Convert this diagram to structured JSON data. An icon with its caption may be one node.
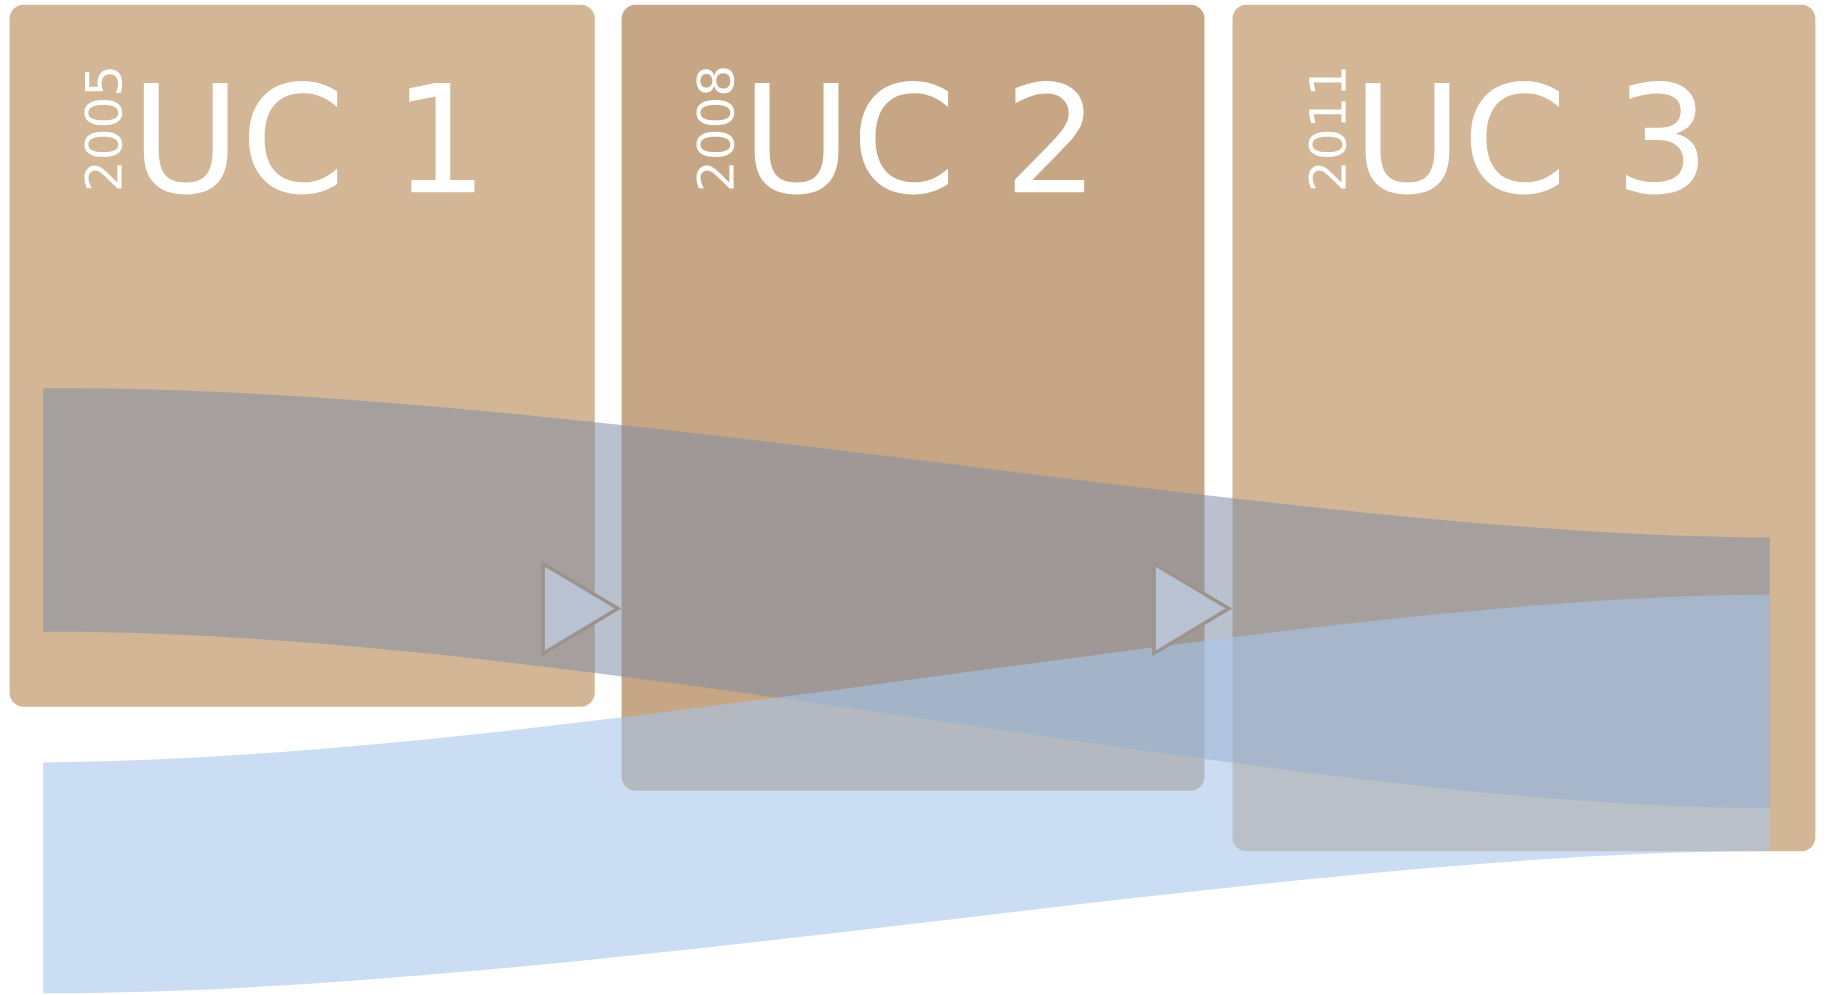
{
  "diagram": {
    "nodes": [
      {
        "text": [
          "2005",
          "UC 1"
        ]
      },
      {
        "text": [
          "2008",
          "UC 2"
        ]
      },
      {
        "text": [
          "2011",
          "UC 3"
        ]
      }
    ],
    "edges": [
      {
        "from": 0,
        "to": 1,
        "arrow": "to"
      },
      {
        "from": 1,
        "to": 2,
        "arrow": "to"
      }
    ]
  }
}
